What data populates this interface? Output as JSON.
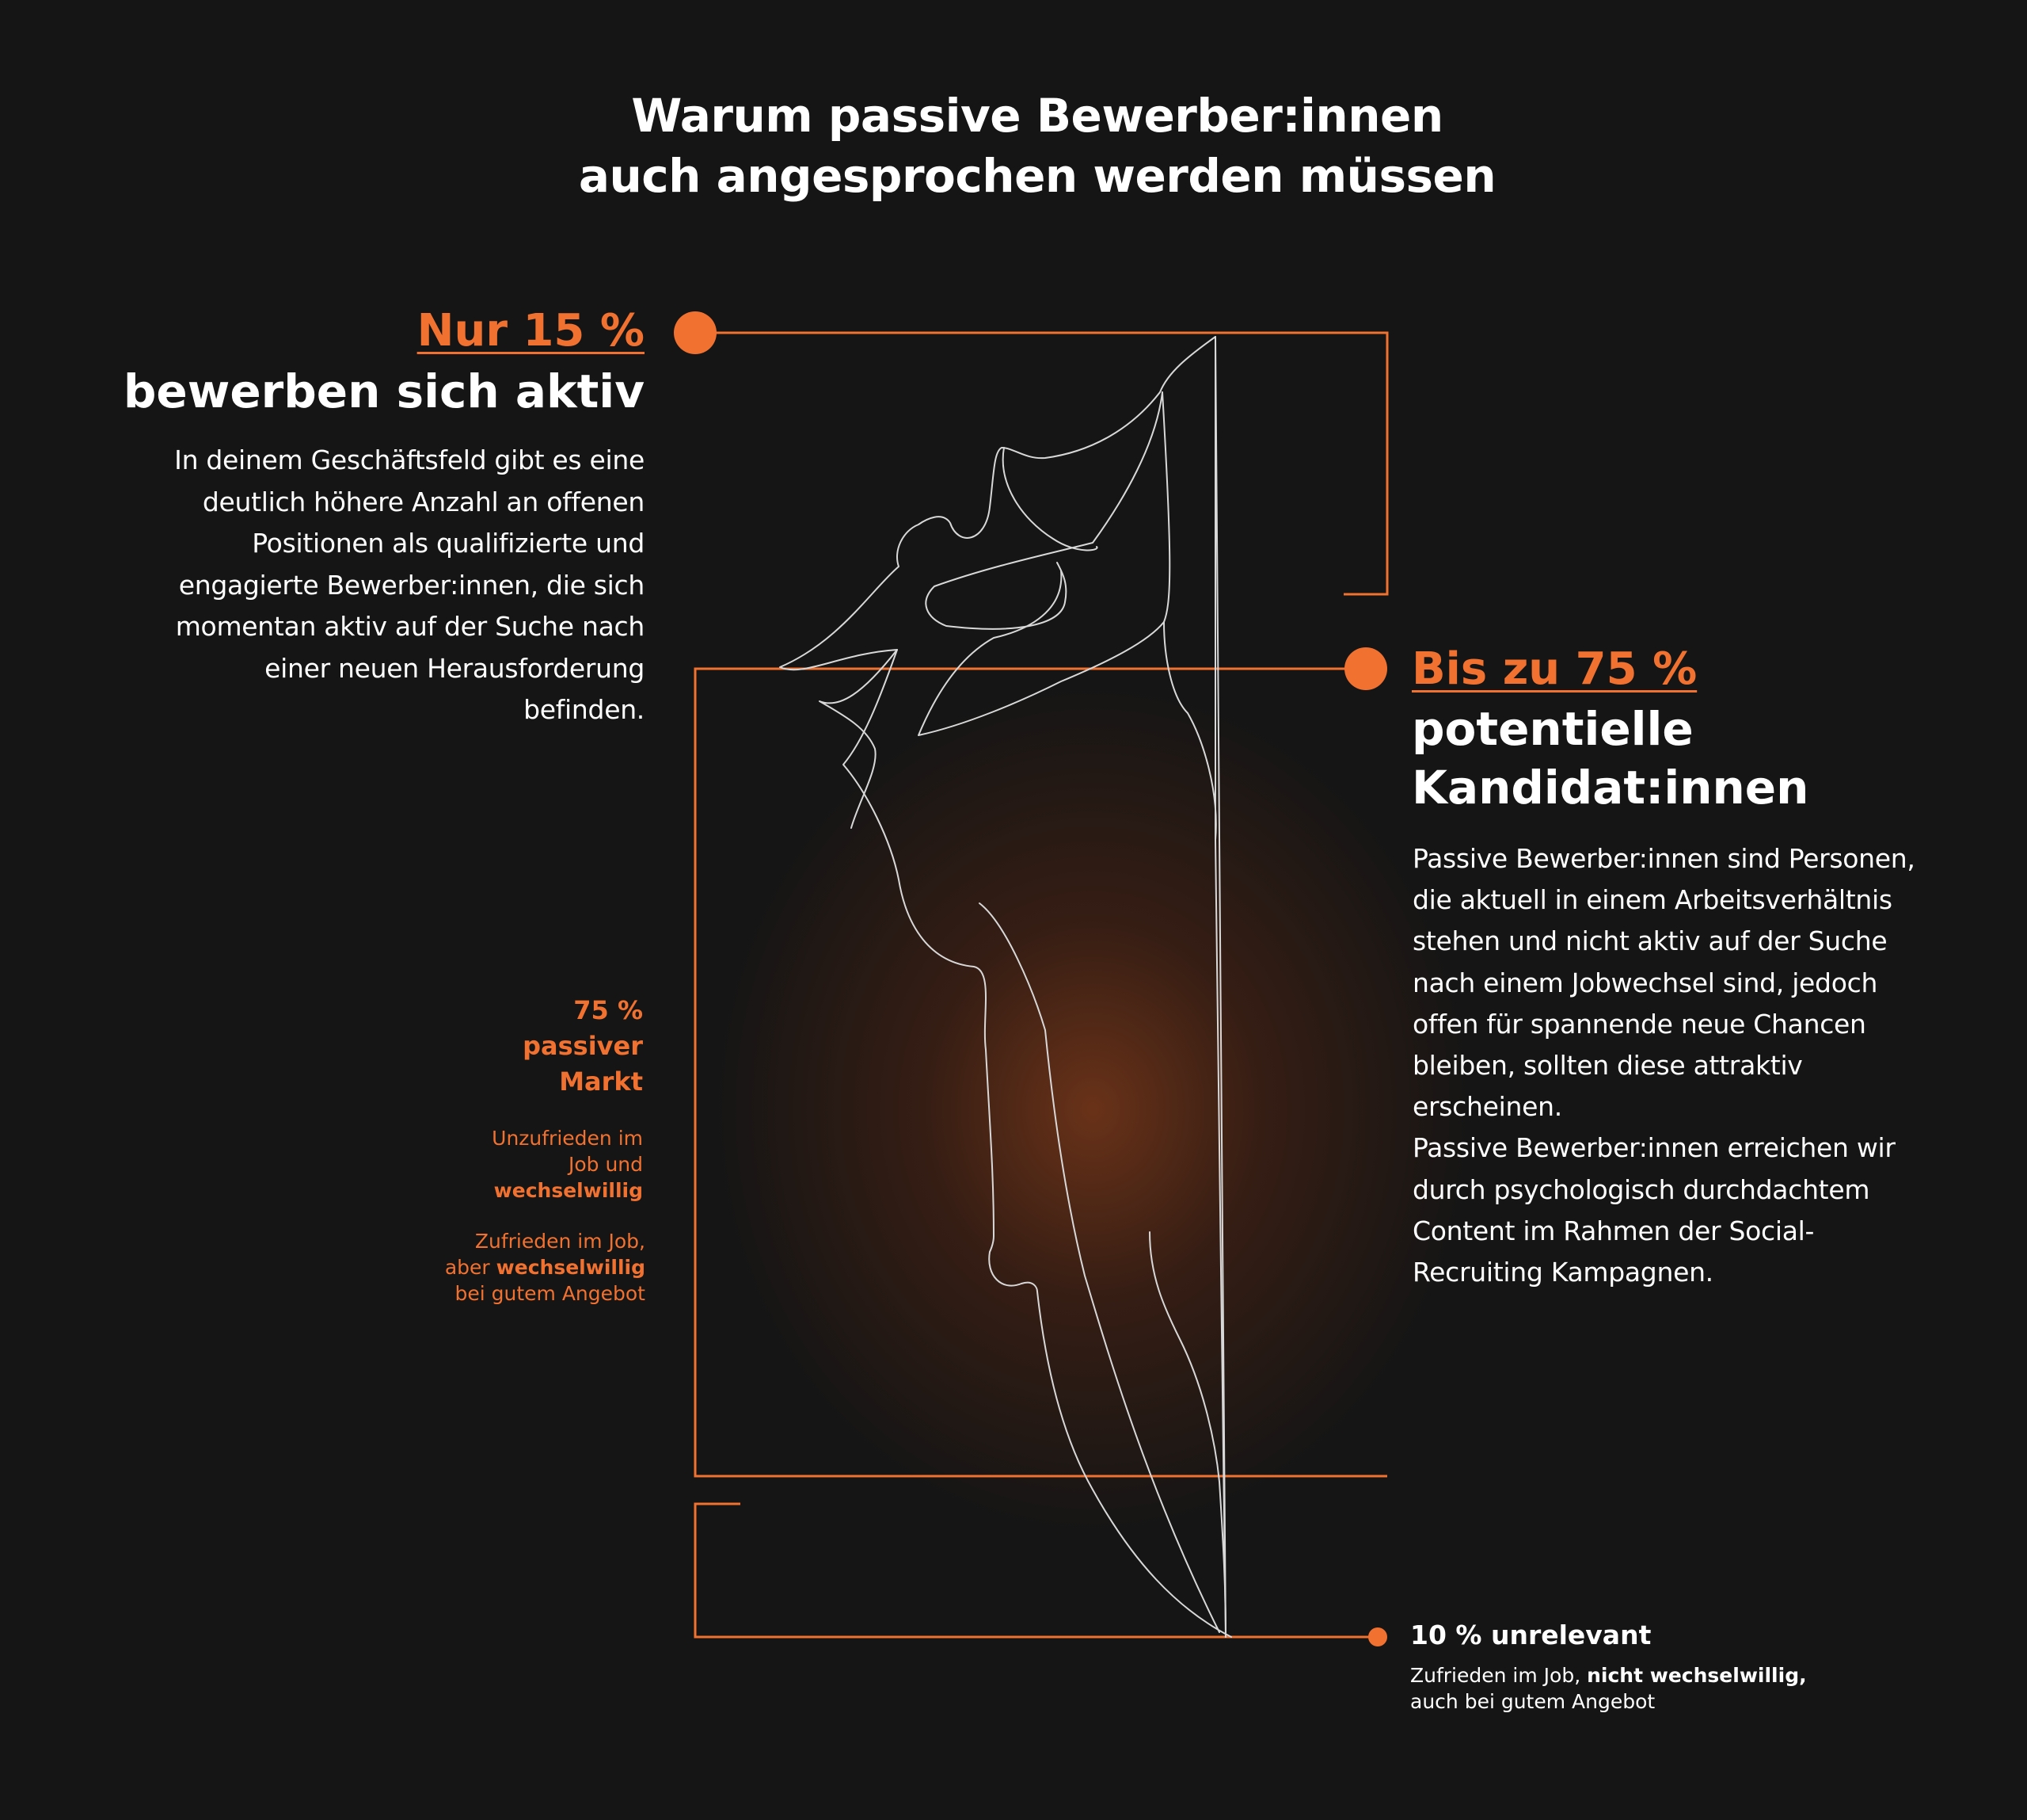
{
  "title": {
    "line1": "Warum passive Bewerber:innen",
    "line2": "auch angesprochen werden müssen"
  },
  "active": {
    "stat": "Nur 15 %",
    "headline": "bewerben sich aktiv",
    "body": [
      "In deinem Geschäftsfeld gibt es eine",
      "deutlich höhere Anzahl an offenen",
      "Positionen als qualifizierte und",
      "engagierte Bewerber:innen, die sich",
      "momentan aktiv auf der Suche nach",
      "einer neuen Herausforderung",
      "befinden."
    ]
  },
  "passive": {
    "stat": "Bis zu 75 %",
    "headline_line1": "potentielle",
    "headline_line2": "Kandidat:innen",
    "body": [
      "Passive Bewerber:innen sind Personen,",
      "die aktuell in einem Arbeitsverhältnis",
      "stehen und nicht aktiv auf der Suche",
      "nach einem Jobwechsel sind, jedoch",
      "offen für spannende neue Chancen",
      "bleiben, sollten diese attraktiv",
      "erscheinen.",
      "Passive Bewerber:innen erreichen wir",
      "durch psychologisch durchdachtem",
      "Content im Rahmen der Social-",
      "Recruiting Kampagnen."
    ]
  },
  "market": {
    "line1": "75 %",
    "line2": "passiver",
    "line3": "Markt",
    "group1_line1": "Unzufrieden im",
    "group1_line2": "Job und",
    "group1_line3_bold": "wechselwillig",
    "group2_line1": "Zufrieden im Job,",
    "group2_line2_prefix": "aber ",
    "group2_line2_bold": "wechselwillig",
    "group2_line3": "bei gutem Angebot"
  },
  "unrelevant": {
    "stat": "10 % unrelevant",
    "line1_prefix": "Zufrieden im Job, ",
    "line1_bold": "nicht wechselwillig,",
    "line2": "auch bei gutem Angebot"
  },
  "colors": {
    "accent": "#f07130",
    "background": "#151515",
    "text": "#ffffff"
  }
}
